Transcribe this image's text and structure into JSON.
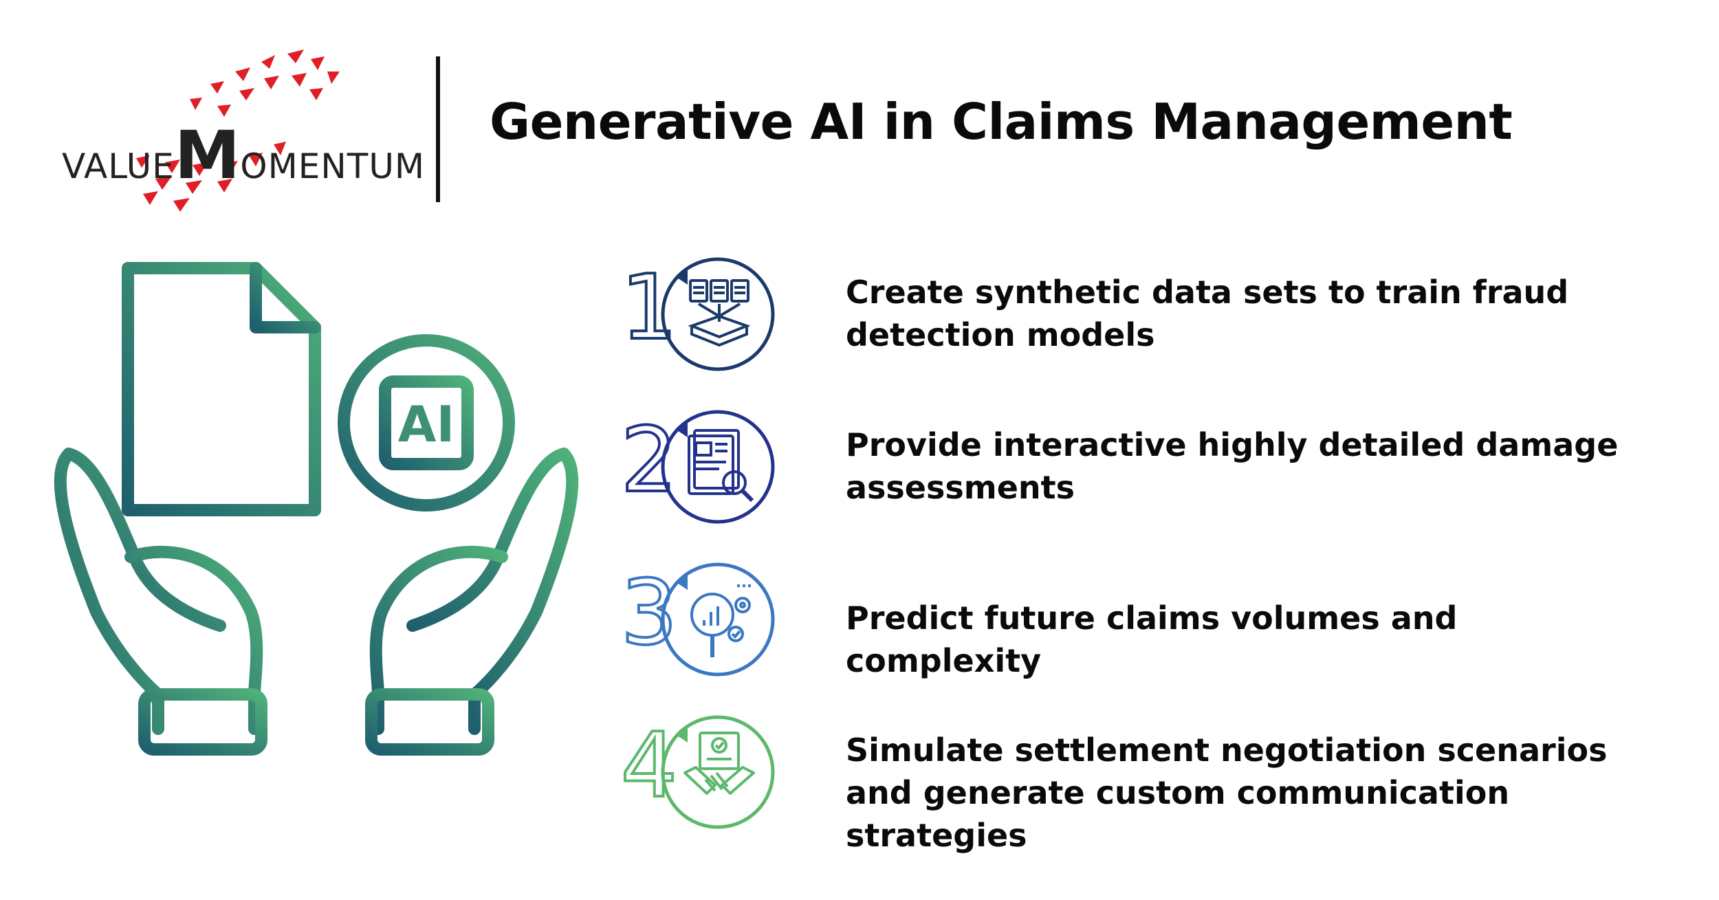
{
  "brand": {
    "logo_prefix": "VALUE",
    "logo_big_letter": "M",
    "logo_suffix": "OMENTUM",
    "accent_color": "#e01e26"
  },
  "title": "Generative AI in Claims Management",
  "hero": {
    "chip_label": "AI",
    "icons": [
      "document-icon",
      "ai-chip-icon",
      "open-hands-icon"
    ],
    "gradient": [
      "#1f5f6e",
      "#4fb079"
    ]
  },
  "items": [
    {
      "number": "1",
      "color": "#1a3a6b",
      "icon": "data-sets-icon",
      "text": "Create synthetic data sets to train fraud detection models"
    },
    {
      "number": "2",
      "color": "#23328c",
      "icon": "document-search-icon",
      "text": "Provide interactive highly detailed damage assessments"
    },
    {
      "number": "3",
      "color": "#3a78c2",
      "icon": "analytics-icon",
      "text": "Predict future claims volumes and complexity"
    },
    {
      "number": "4",
      "color": "#5cb86b",
      "icon": "handshake-icon",
      "text": "Simulate settlement negotiation scenarios and generate custom communication strategies"
    }
  ]
}
